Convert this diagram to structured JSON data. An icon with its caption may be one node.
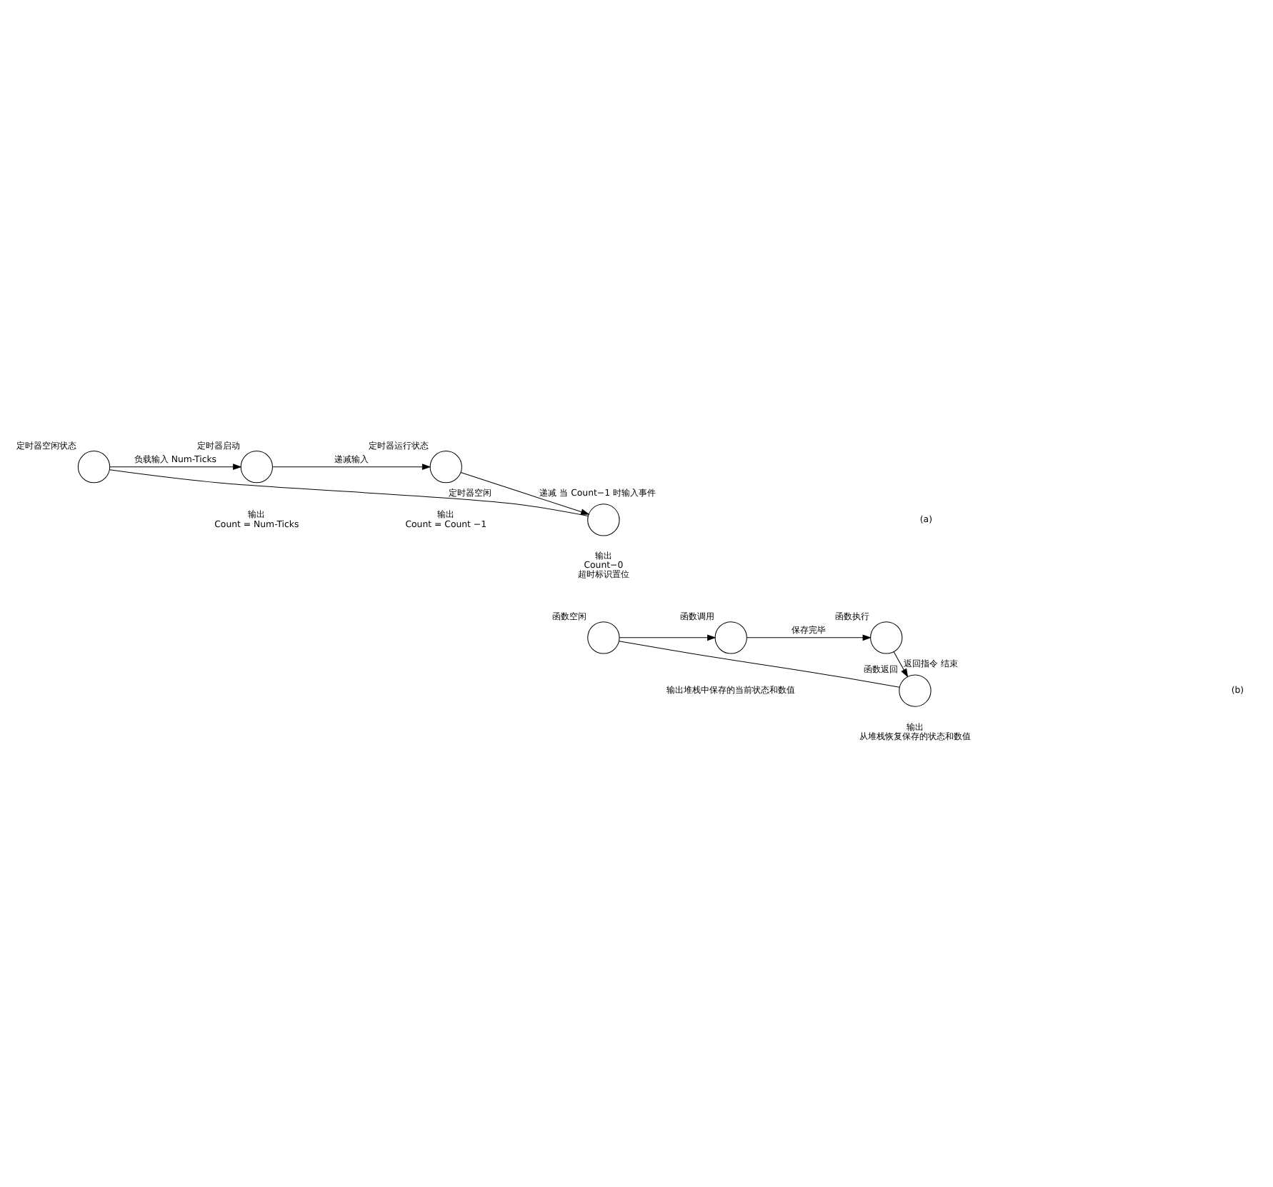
{
  "diagram": {
    "nodes": [
      {
        "text": [
          "定时器空闲状态"
        ]
      },
      {
        "text": [
          "定时器启动"
        ],
        "beside": [
          "输出",
          "Count = Num-Ticks"
        ]
      },
      {
        "text": [
          "定时器运行状态"
        ],
        "beside": [
          "输出",
          "Count = Count −1"
        ]
      },
      {
        "text": [],
        "shape": "circle",
        "beside": [
          "输出",
          "Count−0",
          "超时标识置位"
        ]
      },
      {
        "text": [
          "函数空闲"
        ]
      },
      {
        "text": [
          "函数调用"
        ],
        "beside": [
          "输出堆栈中保存的当前状态和数值"
        ]
      },
      {
        "text": [
          "函数执行"
        ]
      },
      {
        "text": [
          "函数返回"
        ],
        "beside": [
          "输出",
          "从堆栈恢复保存的状态和数值"
        ]
      }
    ],
    "edges": [
      {
        "from": 0,
        "to": 1,
        "arrow": "to",
        "label": "负载输入 Num-Ticks"
      },
      {
        "from": 1,
        "to": 2,
        "arrow": "to",
        "label": "递减输入"
      },
      {
        "from": 2,
        "to": 3,
        "arrow": "to",
        "label": "递减 当 Count−1 时输入事件"
      },
      {
        "from": 3,
        "to": 0,
        "arrow": "none",
        "label": "定时器空闲"
      },
      {
        "from": 4,
        "to": 5,
        "arrow": "to"
      },
      {
        "from": 5,
        "to": 6,
        "arrow": "to",
        "label": "保存完毕"
      },
      {
        "from": 6,
        "to": 7,
        "arrow": "to",
        "label": "返回指令 结束"
      },
      {
        "from": 7,
        "to": 4,
        "arrow": "none"
      }
    ],
    "labels": [
      "(a)",
      "(b)"
    ]
  }
}
